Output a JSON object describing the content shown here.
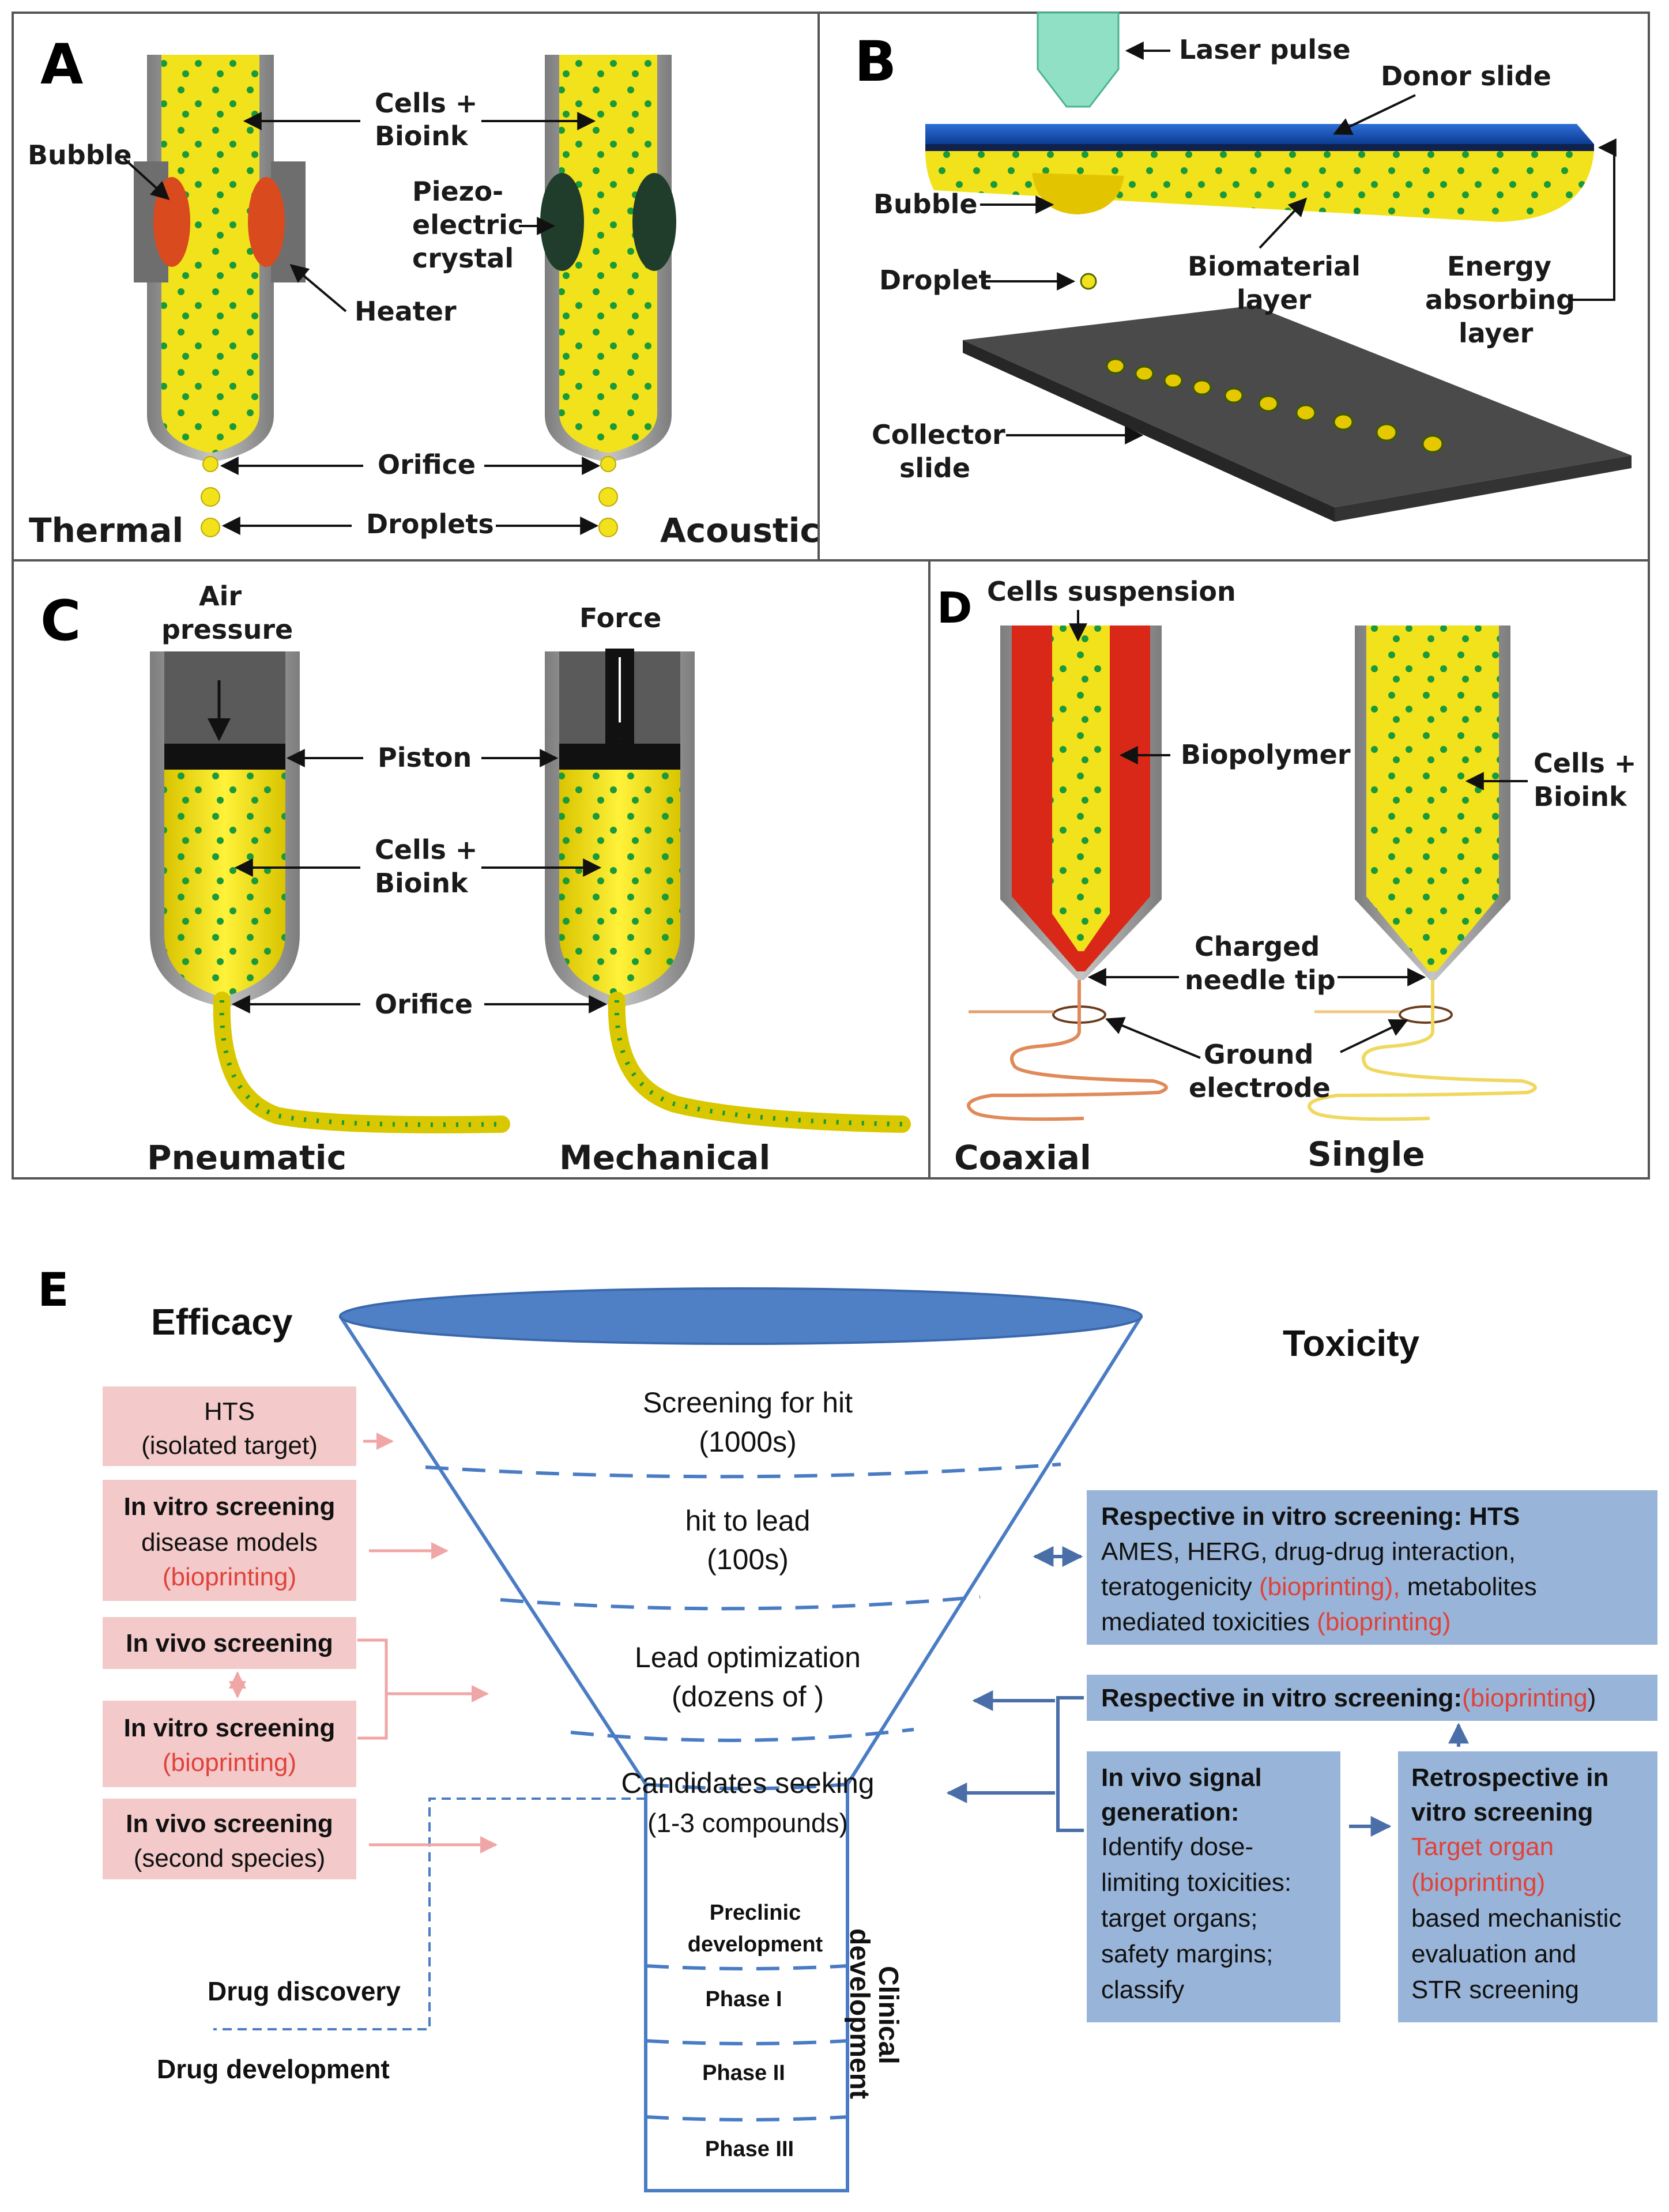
{
  "panels": {
    "A": {
      "letter": "A",
      "labels": {
        "bubble": "Bubble",
        "cells_bioink_1": "Cells +",
        "cells_bioink_2": "Bioink",
        "piezo_1": "Piezo-",
        "piezo_2": "electric",
        "piezo_3": "crystal",
        "heater": "Heater",
        "orifice": "Orifice",
        "droplets": "Droplets",
        "thermal": "Thermal",
        "acoustic": "Acoustic"
      }
    },
    "B": {
      "letter": "B",
      "labels": {
        "laser_pulse": "Laser pulse",
        "donor_slide": "Donor slide",
        "bubble": "Bubble",
        "droplet": "Droplet",
        "biomaterial_1": "Biomaterial",
        "biomaterial_2": "layer",
        "energy_1": "Energy",
        "energy_2": "absorbing",
        "energy_3": "layer",
        "collector_1": "Collector",
        "collector_2": "slide"
      }
    },
    "C": {
      "letter": "C",
      "labels": {
        "air_1": "Air",
        "air_2": "pressure",
        "force": "Force",
        "piston": "Piston",
        "cells_bioink_1": "Cells +",
        "cells_bioink_2": "Bioink",
        "orifice": "Orifice",
        "pneumatic": "Pneumatic",
        "mechanical": "Mechanical"
      }
    },
    "D": {
      "letter": "D",
      "labels": {
        "cells_suspension": "Cells suspension",
        "biopolymer": "Biopolymer",
        "cells_bioink_1": "Cells +",
        "cells_bioink_2": "Bioink",
        "charged_1": "Charged",
        "charged_2": "needle tip",
        "ground_1": "Ground",
        "ground_2": "electrode",
        "coaxial": "Coaxial",
        "single": "Single"
      }
    },
    "E": {
      "letter": "E",
      "efficacy": "Efficacy",
      "toxicity": "Toxicity",
      "funnel_stages": [
        {
          "line1": "Screening for hit",
          "line2": "(1000s)"
        },
        {
          "line1": "hit to lead",
          "line2": "(100s)"
        },
        {
          "line1": "Lead optimization",
          "line2": "(dozens of )"
        },
        {
          "line1": "Candidates seeking",
          "line2": "(1-3 compounds)"
        }
      ],
      "clinical_stages": [
        {
          "line1": "Preclinic",
          "line2": "development"
        },
        {
          "line1": "Phase  I",
          "line2": ""
        },
        {
          "line1": "Phase  II",
          "line2": ""
        },
        {
          "line1": "Phase III",
          "line2": ""
        }
      ],
      "clinical_label_1": "Clinical",
      "clinical_label_2": "development",
      "drug_discovery": "Drug discovery",
      "drug_development": "Drug development",
      "efficacy_boxes": {
        "hts_title": "HTS",
        "hts_sub": "(isolated target)",
        "invitro1_title": "In vitro screening",
        "invitro1_sub": "disease models",
        "invitro1_bio": "(bioprinting)",
        "invivo1_title": "In vivo screening",
        "invitro2_title": "In vitro screening",
        "invitro2_bio": "(bioprinting)",
        "invivo2_title": "In vivo screening",
        "invivo2_sub": "(second species)"
      },
      "toxicity_boxes": {
        "hts_title": "Respective in vitro screening: HTS",
        "hts_l1": "AMES, HERG, drug-drug interaction,",
        "hts_l2a": "teratogenicity ",
        "hts_l2b": "(bioprinting),",
        "hts_l2c": " metabolites",
        "hts_l3a": "mediated toxicities ",
        "hts_l3b": "(bioprinting)",
        "resp_a": "Respective in vitro screening:",
        "resp_b": "(bioprinting",
        "resp_c": ")",
        "signal_t1": "In vivo signal",
        "signal_t2": "generation:",
        "signal_l1": "Identify dose-",
        "signal_l2": "limiting toxicities:",
        "signal_l3": "target organs;",
        "signal_l4": "safety margins;",
        "signal_l5": "classify",
        "retro_t1": "Retrospective in",
        "retro_t2": "vitro screening",
        "retro_r1": "Target organ",
        "retro_r2": "(bioprinting)",
        "retro_l1": "based mechanistic",
        "retro_l2": "evaluation and",
        "retro_l3": "STR screening"
      }
    }
  },
  "colors": {
    "bioink": "#f2e21c",
    "cell": "#1a9a3a",
    "pink_box": "#f3c9c9",
    "blue_box": "#98b4d8",
    "funnel_line": "#4a7cc4",
    "funnel_top": "#4f80c6",
    "bioprinting_red": "#e0423a"
  }
}
